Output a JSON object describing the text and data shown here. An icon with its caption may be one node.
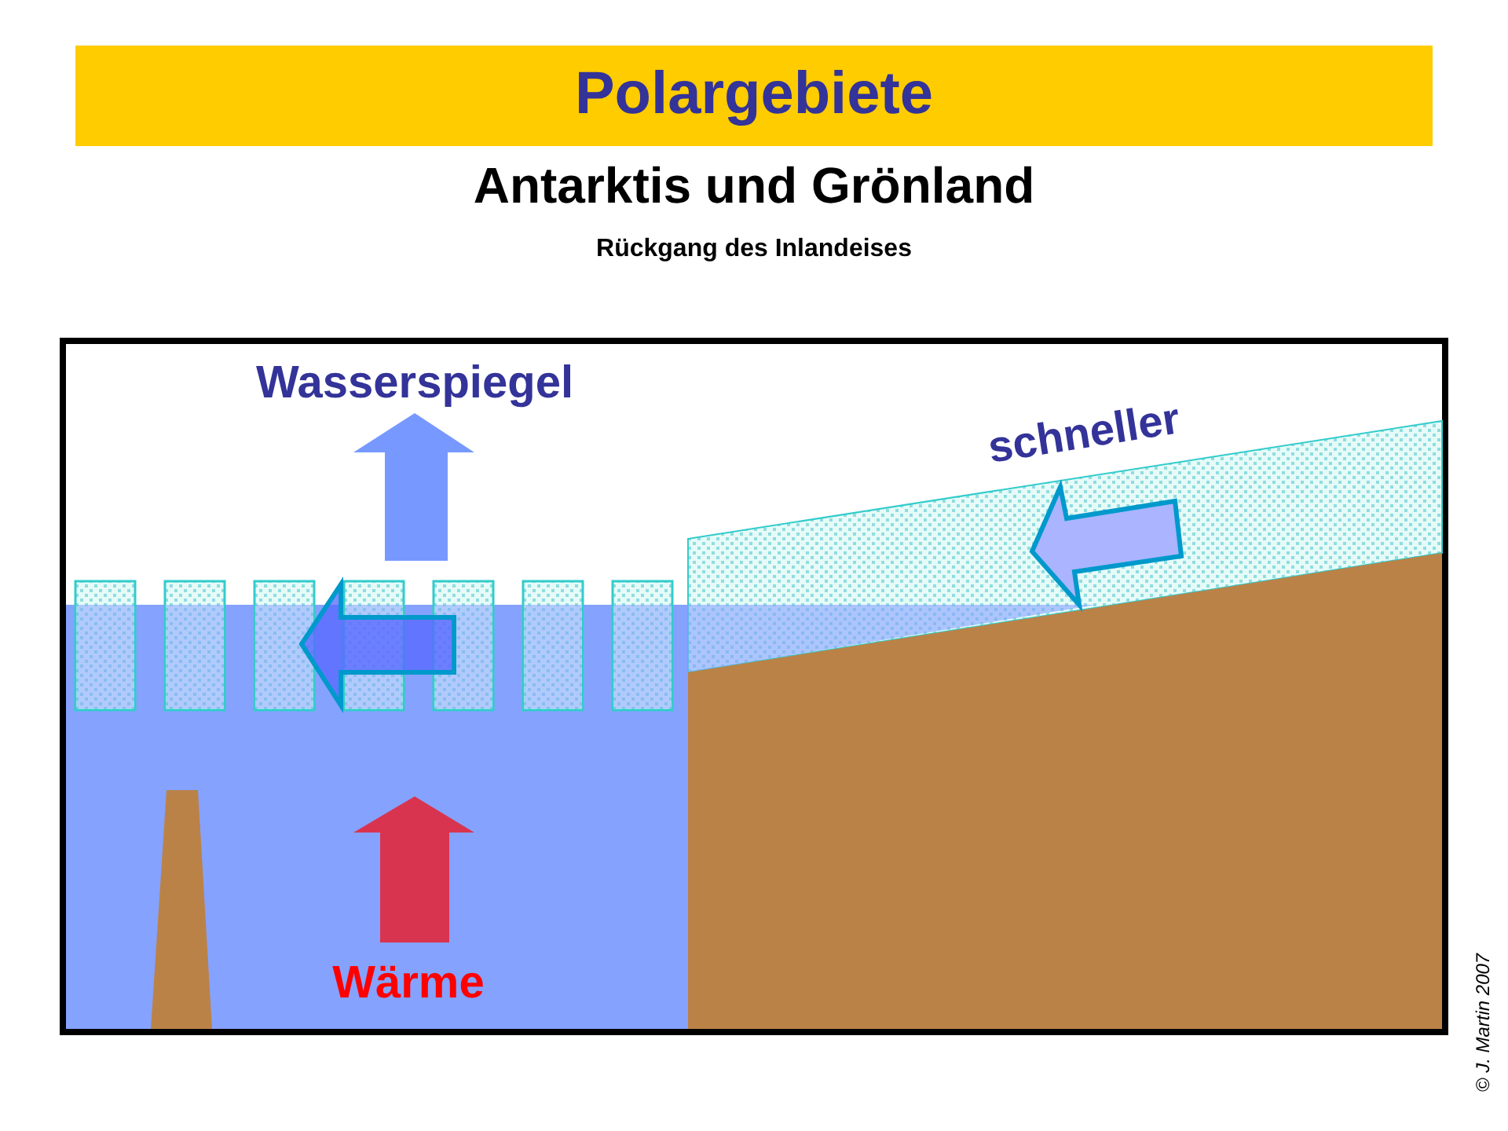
{
  "diagram": {
    "title": "Polargebiete",
    "labels": [
      "Antarktis und Grönland",
      "Rückgang des Inlandeises",
      "Wasserspiegel",
      "schneller",
      "Wärme",
      "© J. Martin 2007"
    ]
  }
}
